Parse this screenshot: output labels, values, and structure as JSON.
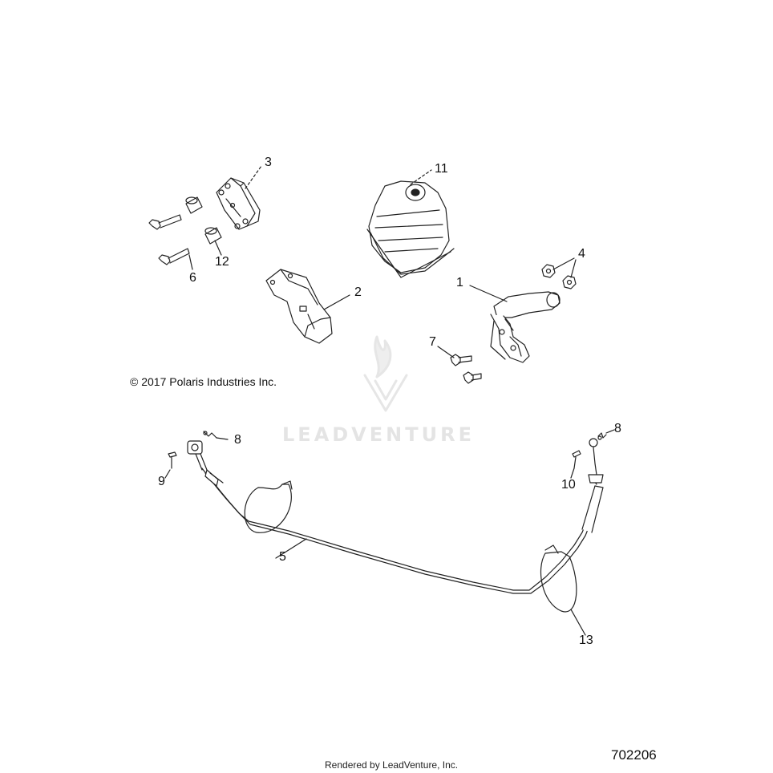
{
  "copyright": "© 2017  Polaris Industries Inc.",
  "diagram_id": "702206",
  "rendered_by": "Rendered by LeadVenture, Inc.",
  "watermark": "LEADVENTURE",
  "callouts": [
    {
      "id": "1",
      "part": "handbrake-lever"
    },
    {
      "id": "2",
      "part": "mounting-bracket"
    },
    {
      "id": "3",
      "part": "bracket-plate"
    },
    {
      "id": "4",
      "part": "nut"
    },
    {
      "id": "5",
      "part": "brake-cable"
    },
    {
      "id": "6",
      "part": "bolt"
    },
    {
      "id": "7",
      "part": "bolt"
    },
    {
      "id": "8",
      "part": "clip"
    },
    {
      "id": "8",
      "part": "clip"
    },
    {
      "id": "9",
      "part": "pin"
    },
    {
      "id": "10",
      "part": "pin"
    },
    {
      "id": "11",
      "part": "boot"
    },
    {
      "id": "12",
      "part": "spacer"
    },
    {
      "id": "13",
      "part": "cable-tie"
    }
  ],
  "colors": {
    "line": "#222222",
    "watermark": "#e4e4e4"
  }
}
